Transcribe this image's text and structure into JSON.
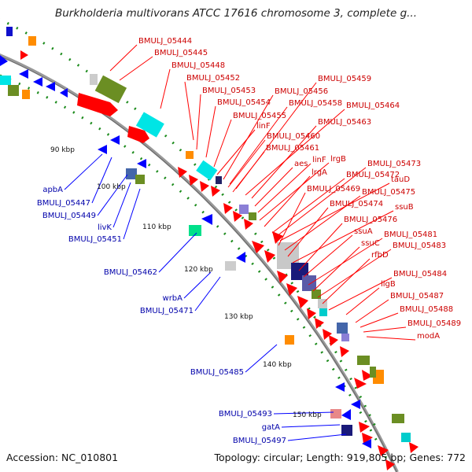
{
  "title": "Burkholderia multivorans ATCC 17616 chromosome 3, complete g...",
  "accession": "Accession: NC_010801",
  "summary": "Topology: circular; Length: 919,805 bp; Genes: 772",
  "colors": {
    "forward_gene": "#ff0000",
    "reverse_gene": "#0000ff",
    "forward_label": "#cc0000",
    "reverse_label": "#0000aa",
    "backbone": "#888888",
    "tick_dots": "#1a8a1a"
  },
  "tick_labels": [
    "90 kbp",
    "100 kbp",
    "110 kbp",
    "120 kbp",
    "130 kbp",
    "140 kbp",
    "150 kbp"
  ],
  "forward_labels": [
    "BMULJ_05444",
    "BMULJ_05445",
    "BMULJ_05448",
    "BMULJ_05452",
    "BMULJ_05453",
    "BMULJ_05454",
    "BMULJ_05455",
    "linF",
    "BMULJ_05456",
    "BMULJ_05459",
    "BMULJ_05458",
    "BMULJ_05464",
    "BMULJ_05460",
    "BMULJ_05463",
    "BMULJ_05461",
    "aes",
    "linF",
    "lrgB",
    "lrgA",
    "BMULJ_05473",
    "BMULJ_05472",
    "tauD",
    "BMULJ_05469",
    "BMULJ_05475",
    "BMULJ_05474",
    "ssuB",
    "BMULJ_05476",
    "ssuA",
    "BMULJ_05481",
    "ssuC",
    "BMULJ_05483",
    "rfbD",
    "BMULJ_05484",
    "ligB",
    "BMULJ_05487",
    "BMULJ_05488",
    "BMULJ_05489",
    "modA"
  ],
  "reverse_labels": [
    "apbA",
    "BMULJ_05447",
    "BMULJ_05449",
    "livK",
    "BMULJ_05451",
    "BMULJ_05462",
    "wrbA",
    "BMULJ_05471",
    "BMULJ_05485",
    "BMULJ_05493",
    "gatA",
    "BMULJ_05497"
  ]
}
